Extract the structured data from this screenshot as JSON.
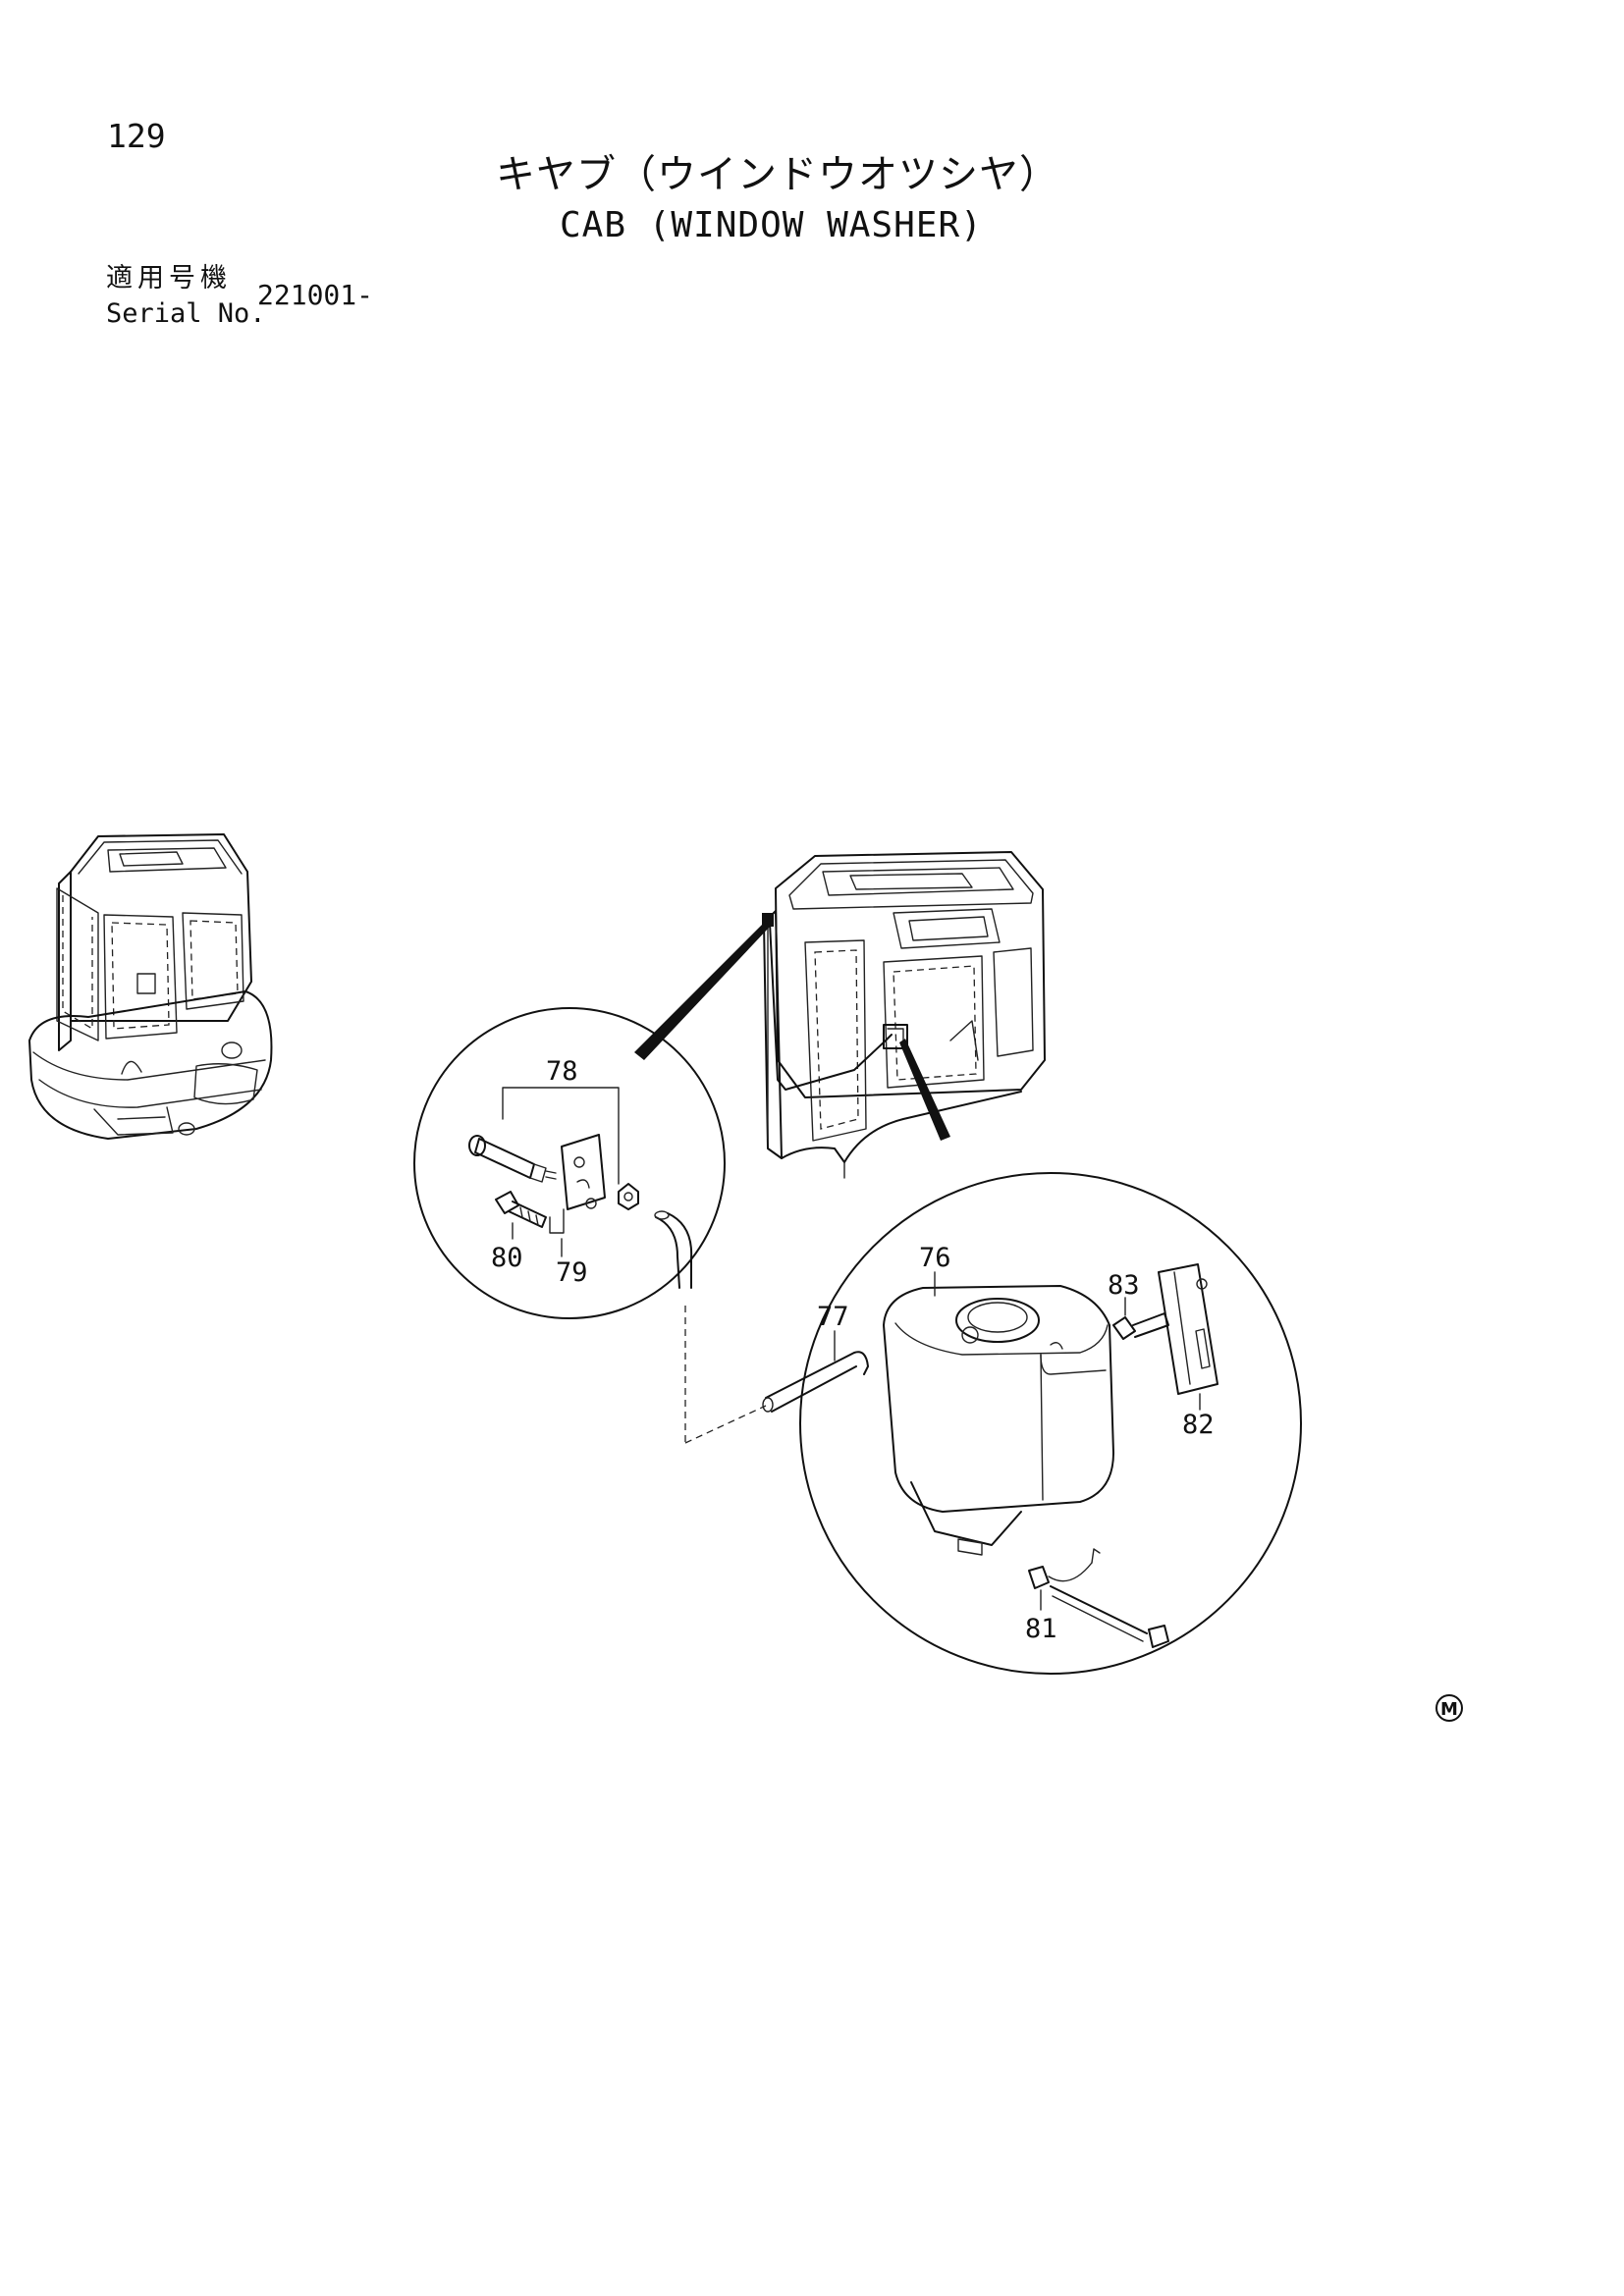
{
  "header": {
    "page_number": "129",
    "title_jp": "キヤブ（ウインドウオツシヤ）",
    "title_en": "CAB (WINDOW WASHER)",
    "serial_label_jp": "適用号機",
    "serial_label_en": "Serial No.",
    "serial_value": "221001-"
  },
  "callouts": {
    "p76": "76",
    "p77": "77",
    "p78": "78",
    "p79": "79",
    "p80": "80",
    "p81": "81",
    "p82": "82",
    "p83": "83"
  },
  "mark": "M"
}
